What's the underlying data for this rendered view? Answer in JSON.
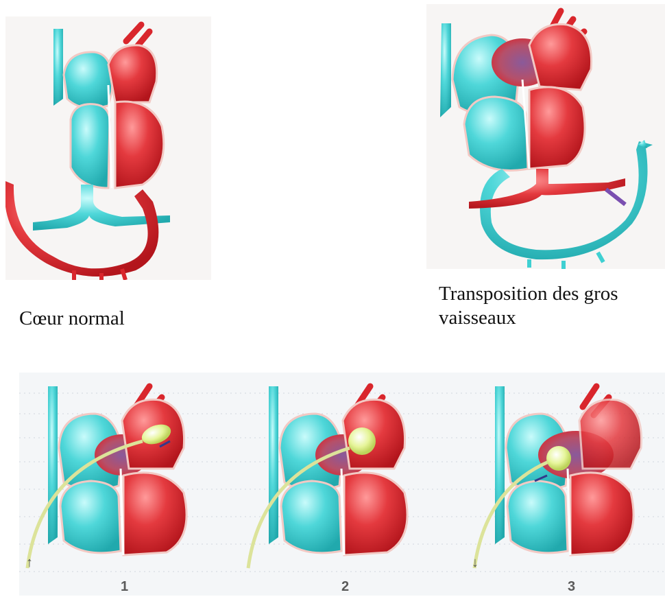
{
  "captions": {
    "normal": "Cœur normal",
    "transposition": "Transposition des gros vaisseaux"
  },
  "procedure": {
    "steps": [
      "1",
      "2",
      "3"
    ],
    "arrows": [
      "↑",
      "↓"
    ]
  },
  "colors": {
    "oxygenated": "#d9262c",
    "deoxygenated": "#3fd0d2",
    "balloon": "#e6f59a",
    "catheter": "#dce39a",
    "shunt": "#7a4fb0"
  }
}
